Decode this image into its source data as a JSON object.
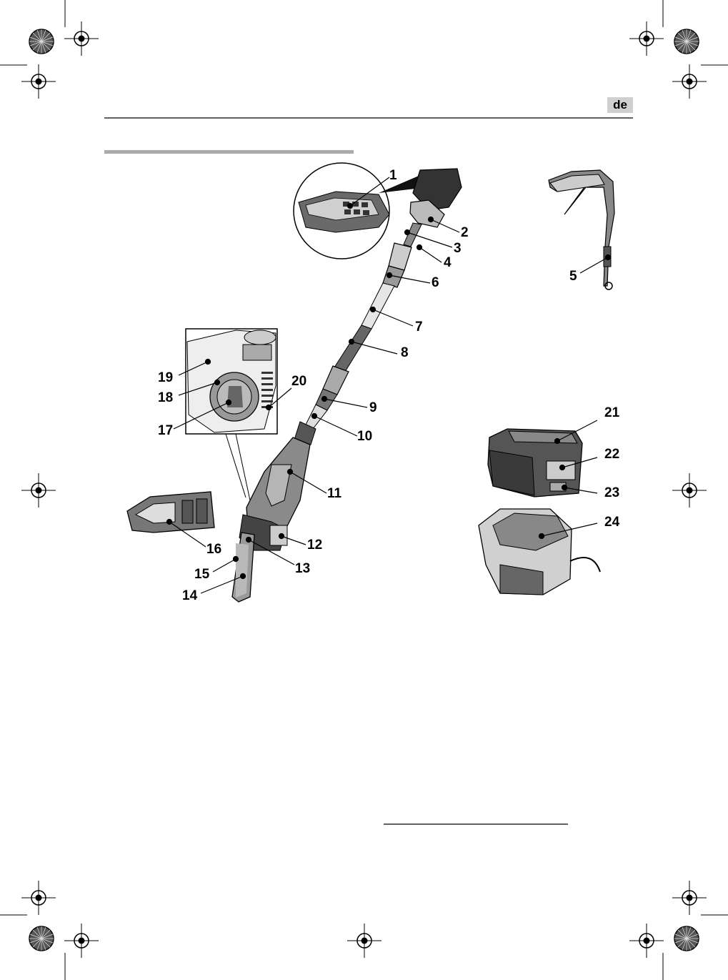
{
  "header": {
    "language_badge": "de"
  },
  "figure": {
    "callouts": [
      "1",
      "2",
      "3",
      "4",
      "5",
      "6",
      "7",
      "8",
      "9",
      "10",
      "11",
      "12",
      "13",
      "14",
      "15",
      "16",
      "17",
      "18",
      "19",
      "20",
      "21",
      "22",
      "23",
      "24"
    ]
  }
}
